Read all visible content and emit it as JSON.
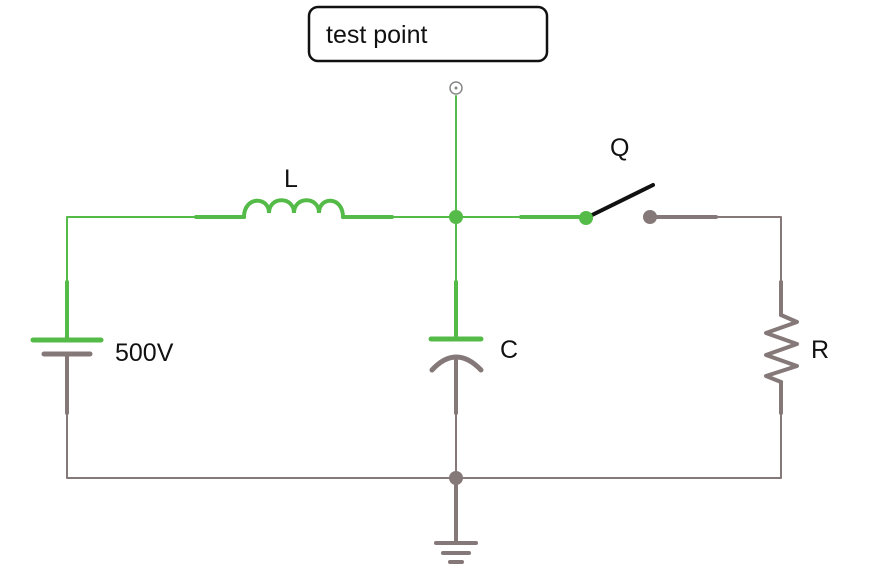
{
  "diagram": {
    "test_point_label": "test point",
    "source_label": "500V",
    "inductor_label": "L",
    "capacitor_label": "C",
    "switch_label": "Q",
    "resistor_label": "R"
  },
  "colors": {
    "energized_wire": "#55bb48",
    "ground_wire": "#857878",
    "switch_blade": "#111111",
    "text": "#111111",
    "test_point_ring": "#888888"
  },
  "icons": {
    "source": "battery-icon",
    "inductor": "inductor-coil-icon",
    "capacitor": "capacitor-icon",
    "switch": "switch-icon",
    "resistor": "resistor-zigzag-icon",
    "ground": "ground-icon"
  }
}
